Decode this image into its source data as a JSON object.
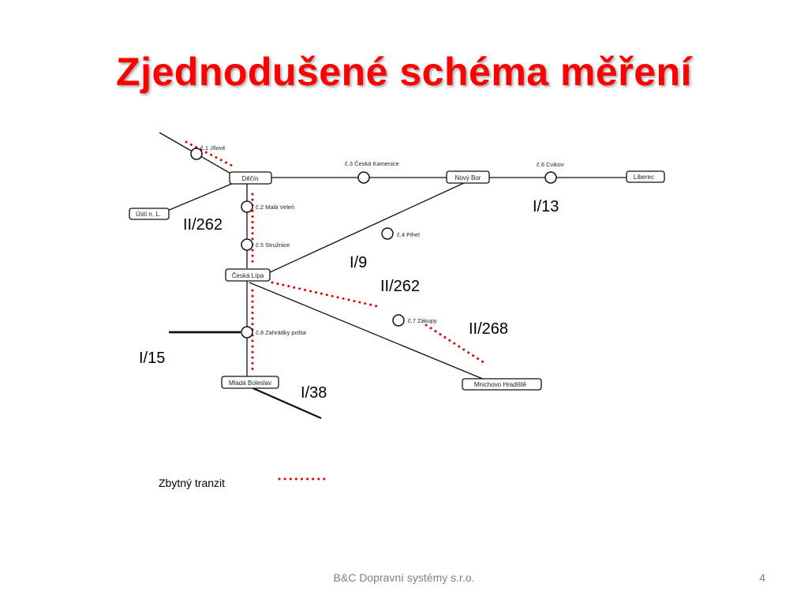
{
  "slide": {
    "title": "Zjednodušené schéma měření",
    "footer": "B&C Dopravní systémy s.r.o.",
    "page_number": "4"
  },
  "colors": {
    "title": "#ff0000",
    "transit_dots": "#e00000",
    "roads": "#000000"
  },
  "nodes": {
    "decin": "Děčín",
    "usti": "Ústí n. L.",
    "novy_bor": "Nový Bor",
    "liberec": "Liberec",
    "ceska_lipa": "Česká Lípa",
    "mlada_boleslav": "Mladá Boleslav",
    "mnichovo_hradiste": "Mnichovo Hradiště"
  },
  "stations": {
    "s1": "č.1 Jílové",
    "s2": "č.2 Malá Veleň",
    "s3": "č.3 Česká Kamenice",
    "s4": "č.4 Pihel",
    "s5": "č.5 Stružnice",
    "s6": "č.6 Cvikov",
    "s7": "č.7 Zákupy",
    "s8": "č.8 Zahrádky pošta"
  },
  "roads": {
    "i13": "I/13",
    "ii262_a": "II/262",
    "i9": "I/9",
    "ii262_b": "II/262",
    "ii268": "II/268",
    "i15": "I/15",
    "i38": "I/38"
  },
  "legend": {
    "label": "Zbytný tranzit"
  }
}
